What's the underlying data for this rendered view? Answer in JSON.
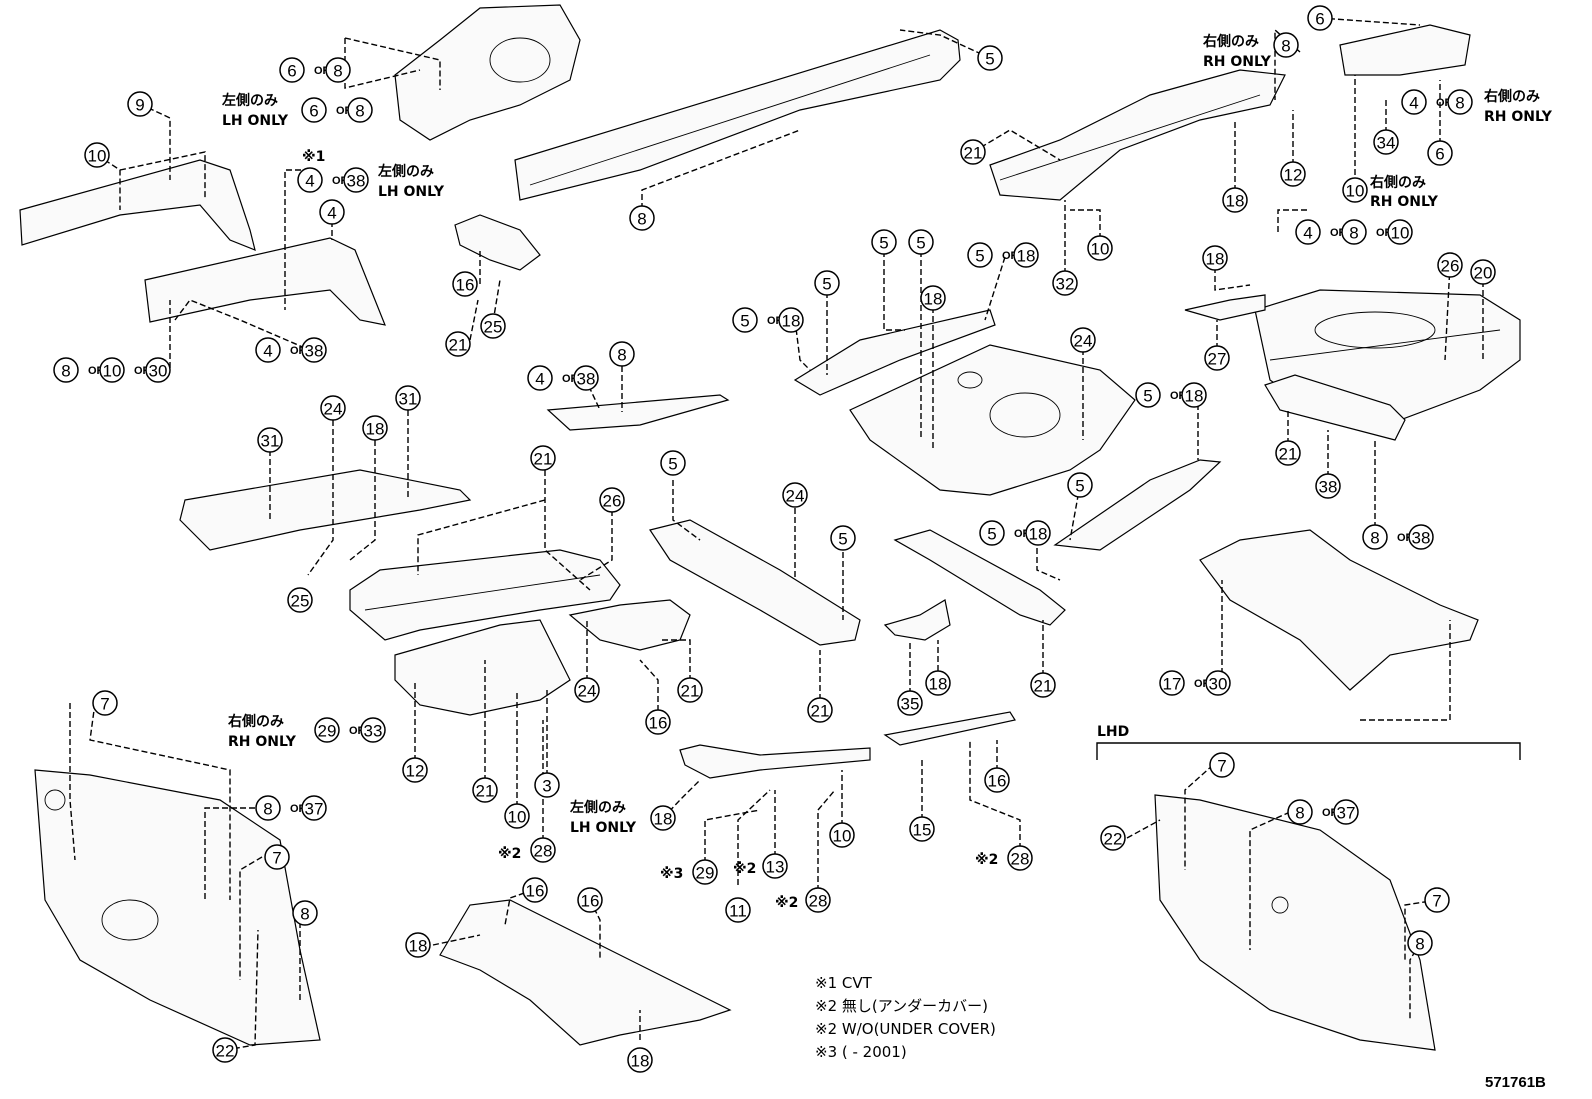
{
  "callouts": [
    "3",
    "4",
    "5",
    "6",
    "7",
    "8",
    "9",
    "10",
    "11",
    "12",
    "13",
    "15",
    "16",
    "17",
    "18",
    "20",
    "21",
    "22",
    "24",
    "25",
    "26",
    "27",
    "28",
    "29",
    "30",
    "31",
    "32",
    "33",
    "34",
    "35",
    "37",
    "38"
  ],
  "or_label": "OR",
  "notes": {
    "lh_only_jp": "左側のみ",
    "lh_only_en": "LH ONLY",
    "rh_only_jp": "右側のみ",
    "rh_only_en": "RH ONLY",
    "mark1": "※1",
    "mark2": "※2",
    "mark3": "※3"
  },
  "lhd_label": "LHD",
  "footnotes": [
    "※1 CVT",
    "※2 無し(アンダーカバー)",
    "※2 W/O(UNDER COVER)",
    "※3 (        - 2001)"
  ],
  "drawing_number": "571761B"
}
